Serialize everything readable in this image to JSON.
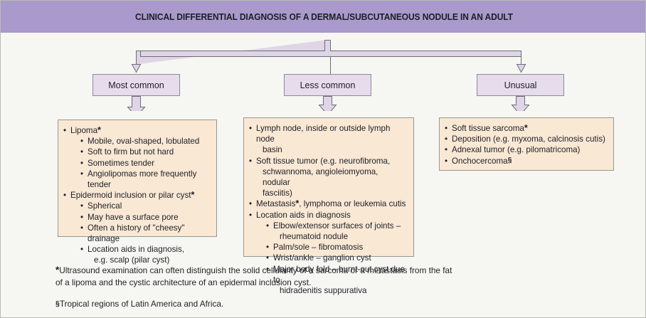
{
  "figure": {
    "title": "CLINICAL DIFFERENTIAL DIAGNOSIS OF A DERMAL/SUBCUTANEOUS NODULE IN AN ADULT",
    "colors": {
      "title_bar": "#a99acb",
      "canvas": "#f6f7f2",
      "category_box": "#e6dcec",
      "content_box": "#f8e8d4",
      "border": "#9a978f",
      "text": "#1f1f26"
    }
  },
  "categories": {
    "most_common": "Most common",
    "less_common": "Less common",
    "unusual": "Unusual"
  },
  "most_common_items": {
    "i0": "Lipoma",
    "i0_mark": "*",
    "i0_sub": {
      "s0": "Mobile, oval-shaped, lobulated",
      "s1": "Soft to firm but not hard",
      "s2": "Sometimes tender",
      "s3": "Angiolipomas more frequently tender"
    },
    "i1": "Epidermoid inclusion or pilar cyst",
    "i1_mark": "*",
    "i1_sub": {
      "s0": "Spherical",
      "s1": "May have a surface pore",
      "s2": "Often a history of \"cheesy\" drainage",
      "s3a": "Location aids in diagnosis,",
      "s3b": "e.g. scalp (pilar cyst)"
    }
  },
  "less_common_items": {
    "i0a": "Lymph node, inside or outside lymph node",
    "i0b": "basin",
    "i1a": "Soft tissue tumor (e.g. neurofibroma,",
    "i1b": "schwannoma, angioleiomyoma, nodular",
    "i1c": "fasciitis)",
    "i2_pre": "Metastasis",
    "i2_mark": "*",
    "i2_post": ", lymphoma or leukemia cutis",
    "i3": "Location aids in diagnosis",
    "i3_sub": {
      "s0a": "Elbow/extensor surfaces of joints –",
      "s0b": "rheumatoid nodule",
      "s1": "Palm/sole – fibromatosis",
      "s2": "Wrist/ankle – ganglion cyst",
      "s3a": "Major body fold – burnt-out cyst due to",
      "s3b": "hidradenitis suppurativa"
    }
  },
  "unusual_items": {
    "i0": "Soft tissue sarcoma",
    "i0_mark": "*",
    "i1": "Deposition (e.g. myxoma, calcinosis cutis)",
    "i2": "Adnexal tumor (e.g. pilomatricoma)",
    "i3": "Onchocercoma",
    "i3_mark": "§"
  },
  "footnotes": {
    "star_mark": "*",
    "star_line1": "Ultrasound examination can often distinguish the solid cellularity of a sarcoma or a metastasis",
    "star_line2": "from the fat of a lipoma and the cystic architecture of an epidermal inclusion cyst.",
    "sect_mark": "§",
    "sect_text": "Tropical regions of Latin America and Africa."
  }
}
